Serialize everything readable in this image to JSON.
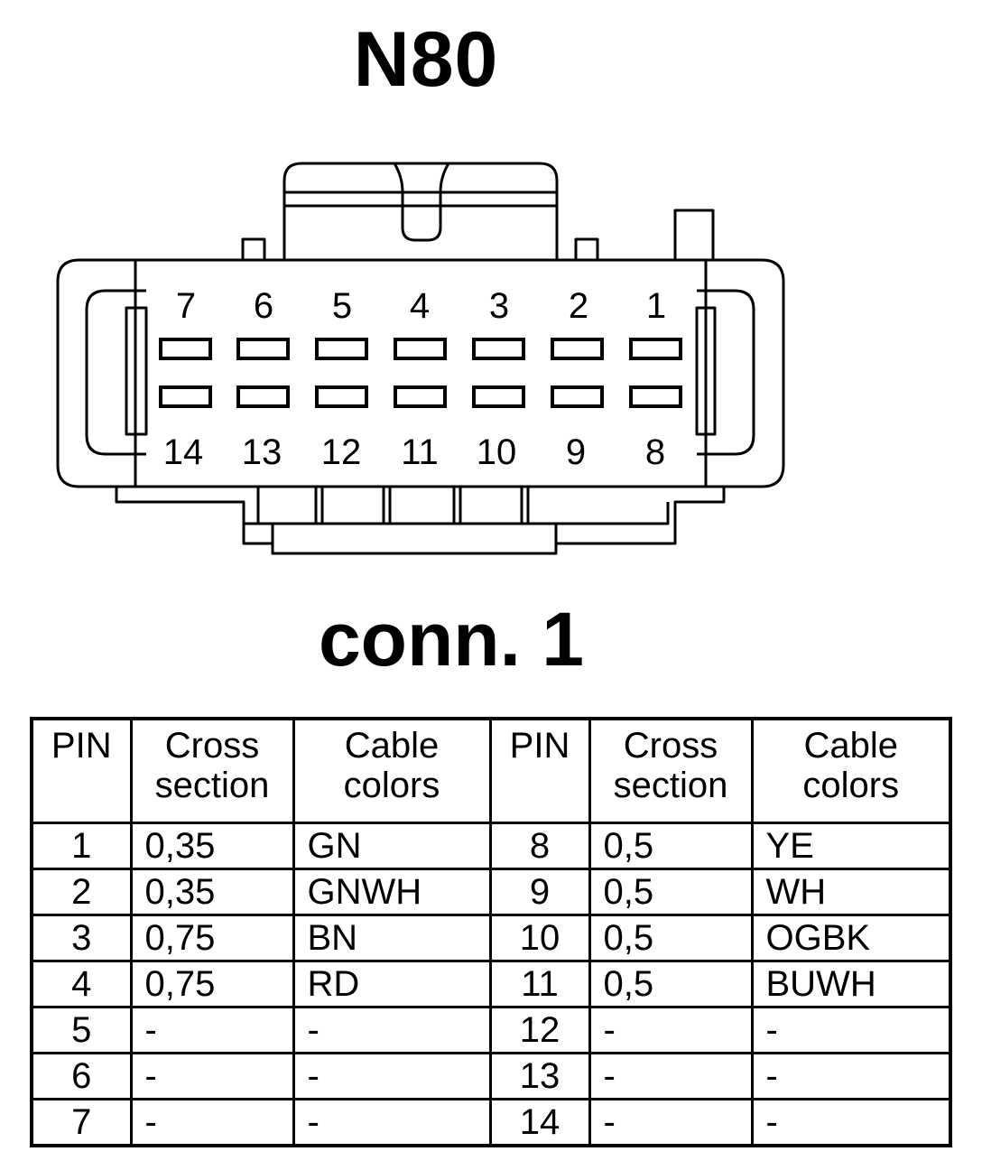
{
  "title": "N80",
  "connector_label": "conn. 1",
  "pins_top": [
    "7",
    "6",
    "5",
    "4",
    "3",
    "2",
    "1"
  ],
  "pins_bottom": [
    "14",
    "13",
    "12",
    "11",
    "10",
    "9",
    "8"
  ],
  "table": {
    "headers": {
      "pin": "PIN",
      "cross_1": "Cross",
      "cross_2": "section",
      "color_1": "Cable",
      "color_2": "colors"
    },
    "rows": [
      {
        "pin_a": "1",
        "cross_a": "0,35",
        "color_a": "GN",
        "pin_b": "8",
        "cross_b": "0,5",
        "color_b": "YE"
      },
      {
        "pin_a": "2",
        "cross_a": "0,35",
        "color_a": "GNWH",
        "pin_b": "9",
        "cross_b": "0,5",
        "color_b": "WH"
      },
      {
        "pin_a": "3",
        "cross_a": "0,75",
        "color_a": "BN",
        "pin_b": "10",
        "cross_b": "0,5",
        "color_b": "OGBK"
      },
      {
        "pin_a": "4",
        "cross_a": "0,75",
        "color_a": "RD",
        "pin_b": "11",
        "cross_b": "0,5",
        "color_b": "BUWH"
      },
      {
        "pin_a": "5",
        "cross_a": "-",
        "color_a": "-",
        "pin_b": "12",
        "cross_b": "-",
        "color_b": "-"
      },
      {
        "pin_a": "6",
        "cross_a": "-",
        "color_a": "-",
        "pin_b": "13",
        "cross_b": "-",
        "color_b": "-"
      },
      {
        "pin_a": "7",
        "cross_a": "-",
        "color_a": "-",
        "pin_b": "14",
        "cross_b": "-",
        "color_b": "-"
      }
    ]
  }
}
